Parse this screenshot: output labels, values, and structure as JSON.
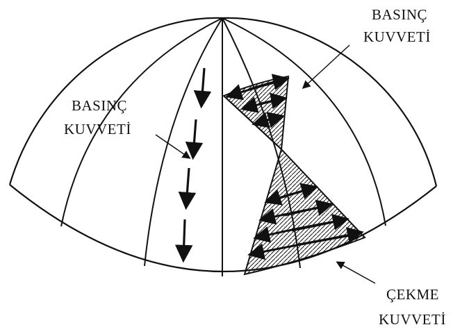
{
  "labels": {
    "top_right": {
      "line1": "BASINÇ",
      "line2": "KUVVETİ"
    },
    "left": {
      "line1": "BASINÇ",
      "line2": "KUVVETİ"
    },
    "bottom_right": {
      "line1": "ÇEKME",
      "line2": "KUVVETİ"
    }
  },
  "colors": {
    "ink": "#111111",
    "background": "#ffffff"
  }
}
